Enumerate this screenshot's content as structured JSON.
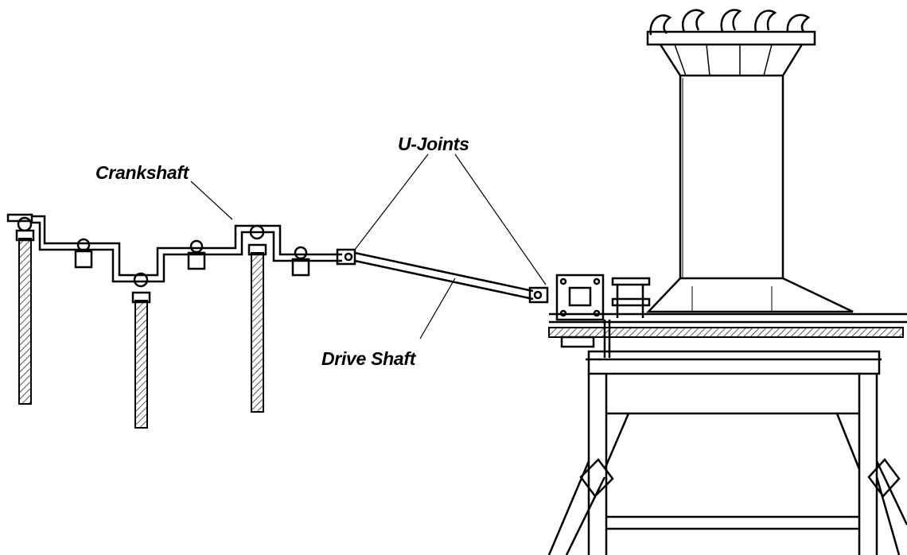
{
  "labels": {
    "crankshaft": "Crankshaft",
    "u_joints": "U-Joints",
    "drive_shaft": "Drive Shaft"
  },
  "colors": {
    "line": "#000000",
    "background": "#ffffff",
    "hatch": "#555555"
  }
}
